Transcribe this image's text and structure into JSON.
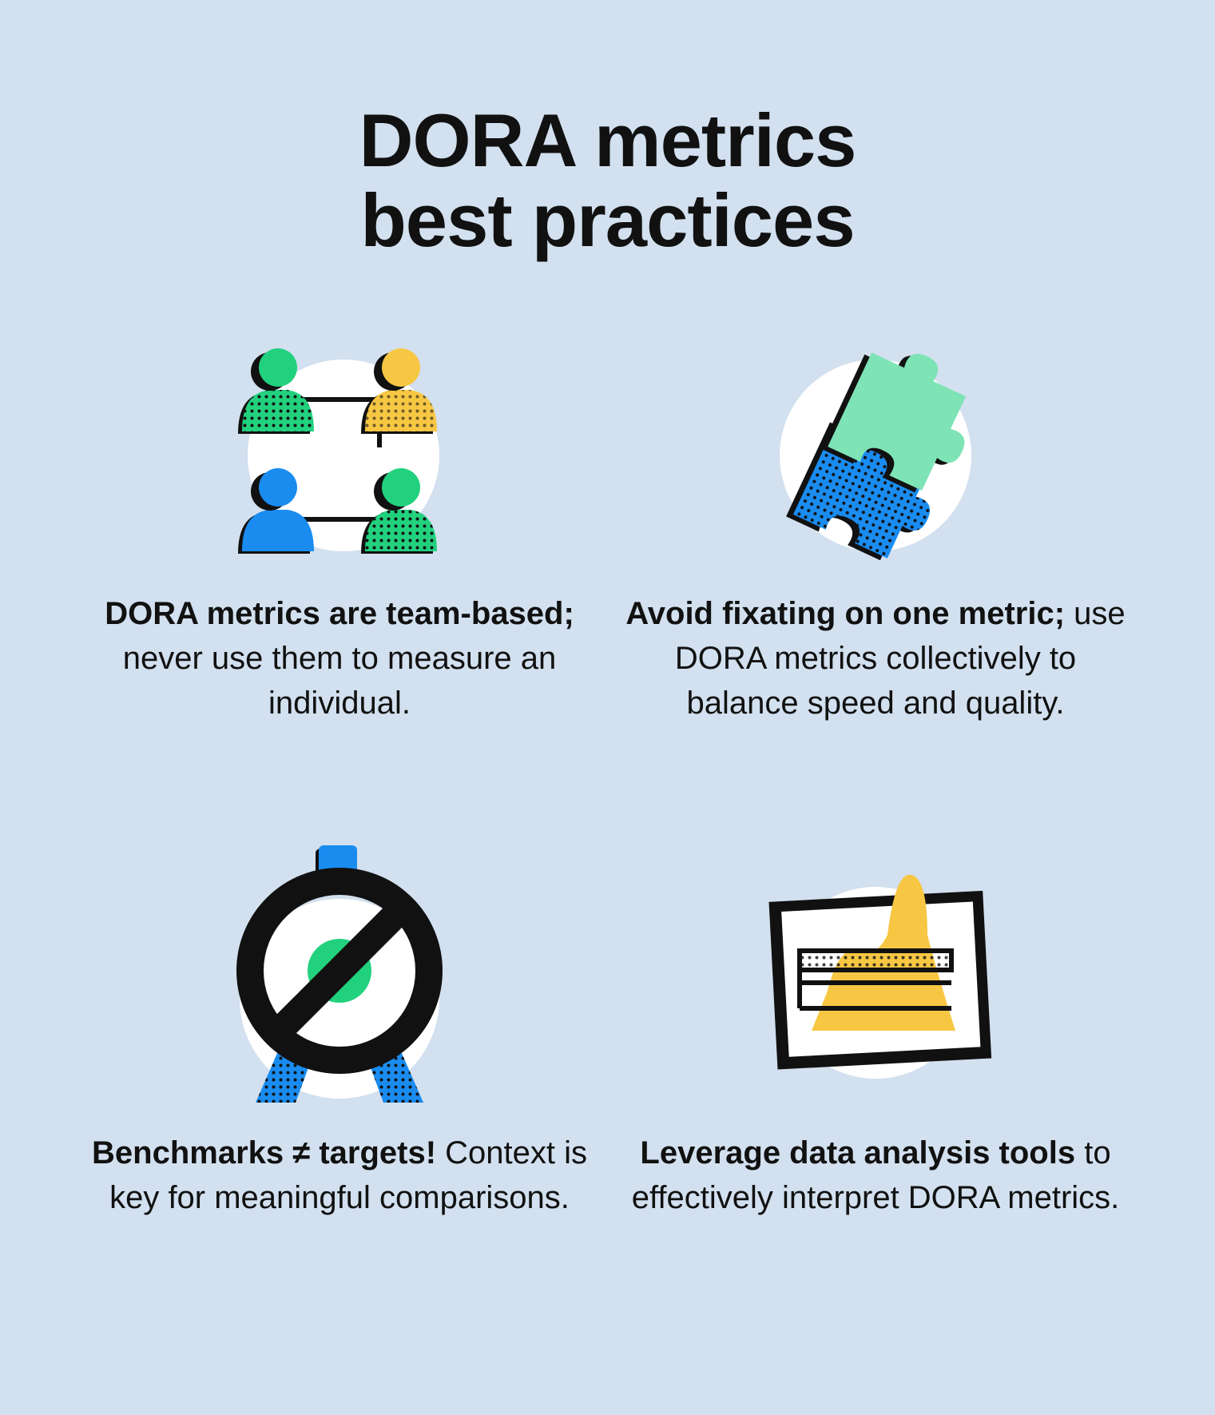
{
  "title": {
    "line1": "DORA metrics",
    "line2": "best practices"
  },
  "colors": {
    "background": "#d2e0ef",
    "green": "#22d17e",
    "yellow": "#f7c744",
    "blue": "#1a8cf0",
    "mint": "#7ee3b5",
    "ink": "#111111",
    "white": "#ffffff"
  },
  "cards": [
    {
      "icon": "team-people-icon",
      "bold": "DORA metrics are team-based;",
      "rest": " never use them to measure an individual."
    },
    {
      "icon": "puzzle-pieces-icon",
      "bold": "Avoid fixating on one metric;",
      "rest": " use DORA metrics collectively to balance speed and quality."
    },
    {
      "icon": "no-target-icon",
      "bold": "Benchmarks ≠ targets!",
      "rest": " Context is key for meaningful comparisons."
    },
    {
      "icon": "data-chart-icon",
      "bold": "Leverage data analysis tools",
      "rest": " to effectively interpret DORA metrics."
    }
  ]
}
